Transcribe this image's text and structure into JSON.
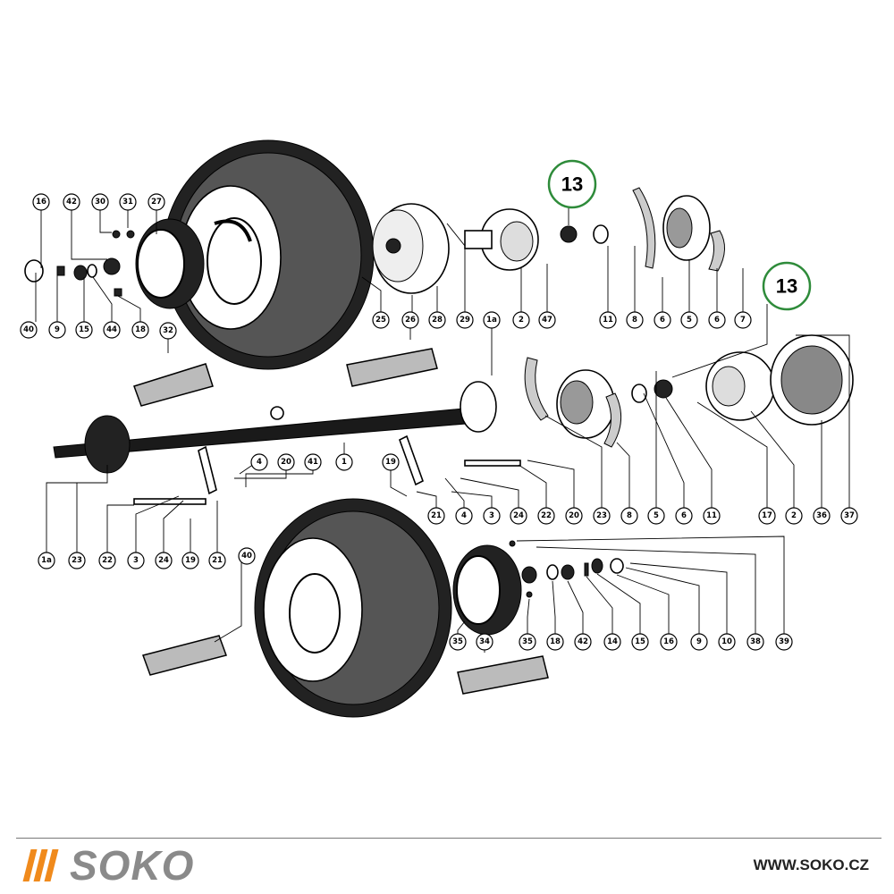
{
  "brand": {
    "name": "SOKO",
    "website": "WWW.SOKO.CZ",
    "stripe_color": "#f08a1c",
    "text_color": "#8a8a8a"
  },
  "highlight": {
    "label": "13",
    "color": "#2e8b3a"
  },
  "callouts": {
    "top_left": [
      "40",
      "9",
      "15",
      "44",
      "18",
      "16",
      "42",
      "30",
      "31",
      "27"
    ],
    "top_center": [
      "25",
      "26",
      "28",
      "29",
      "1a",
      "2",
      "47",
      "32"
    ],
    "top_right": [
      "11",
      "8",
      "6",
      "5",
      "6",
      "7"
    ],
    "axle_row": [
      "1a",
      "23",
      "22",
      "3",
      "24",
      "19",
      "21",
      "40",
      "4",
      "20",
      "41",
      "1",
      "19",
      "21",
      "4",
      "3",
      "24",
      "22",
      "20",
      "23",
      "8",
      "5",
      "6",
      "11",
      "17",
      "2",
      "36",
      "37"
    ],
    "bottom": [
      "35",
      "34",
      "35",
      "18",
      "42",
      "14",
      "15",
      "16",
      "9",
      "10",
      "38",
      "39"
    ]
  },
  "icons": [
    "tire-icon",
    "brake-drum-icon",
    "wheel-hub-icon",
    "brake-shoe-icon",
    "bearing-icon",
    "axle-icon",
    "inner-tube-icon"
  ]
}
